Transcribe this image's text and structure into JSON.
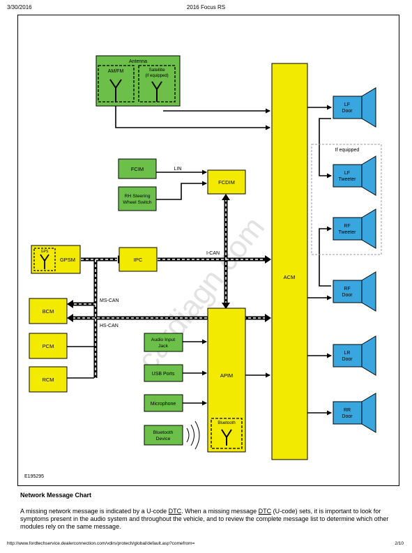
{
  "header": {
    "date": "3/30/2016",
    "title": "2016 Focus RS"
  },
  "diagram": {
    "watermark": "cardiagn.com",
    "figure_id": "E195295",
    "antenna": {
      "label": "Antenna",
      "amfm": "AM/FM",
      "satellite_line1": "Satellite",
      "satellite_line2": "(if equipped)"
    },
    "fcim": "FCIM",
    "rh_switch_line1": "RH Steering",
    "rh_switch_line2": "Wheel Switch",
    "fcdim": "FCDIM",
    "lin": "LIN",
    "gpsm": "GPSM",
    "gps": "GPS",
    "ipc": "IPC",
    "ican": "I-CAN",
    "mscan": "MS-CAN",
    "hscan": "HS-CAN",
    "bcm": "BCM",
    "pcm": "PCM",
    "rcm": "RCM",
    "audio_input_line1": "Audio Input",
    "audio_input_line2": "Jack",
    "usb_ports": "USB Ports",
    "microphone": "Microphone",
    "bt_device_line1": "Bluetooth",
    "bt_device_line2": "Device",
    "apim": "APIM",
    "bluetooth": "Bluetooth",
    "acm": "ACM",
    "if_equipped": "If equipped",
    "speakers": {
      "lf_door": [
        "LF",
        "Door"
      ],
      "lf_tweeter": [
        "LF",
        "Tweeter"
      ],
      "rf_tweeter": [
        "RF",
        "Tweeter"
      ],
      "rf_door": [
        "RF",
        "Door"
      ],
      "lr_door": [
        "LR",
        "Door"
      ],
      "rr_door": [
        "RR",
        "Door"
      ]
    },
    "colors": {
      "green": "#6cc04a",
      "yellow": "#f2ea00",
      "blue": "#3aa6e0"
    }
  },
  "section_title": "Network Message Chart",
  "paragraph": {
    "p1": "A missing network message is indicated by a U-code ",
    "dtc1": "DTC",
    "p2": ". When a missing message ",
    "dtc2": "DTC",
    "p3": " (U-code) sets, it is important to look for symptoms present in the audio system and throughout the vehicle, and to review the complete message list to determine which other modules rely on the same message."
  },
  "footer": {
    "url": "http://www.fordtechservice.dealerconnection.com/vdirs/protech/global/default.asp?comefrom=",
    "page": "2/10"
  }
}
